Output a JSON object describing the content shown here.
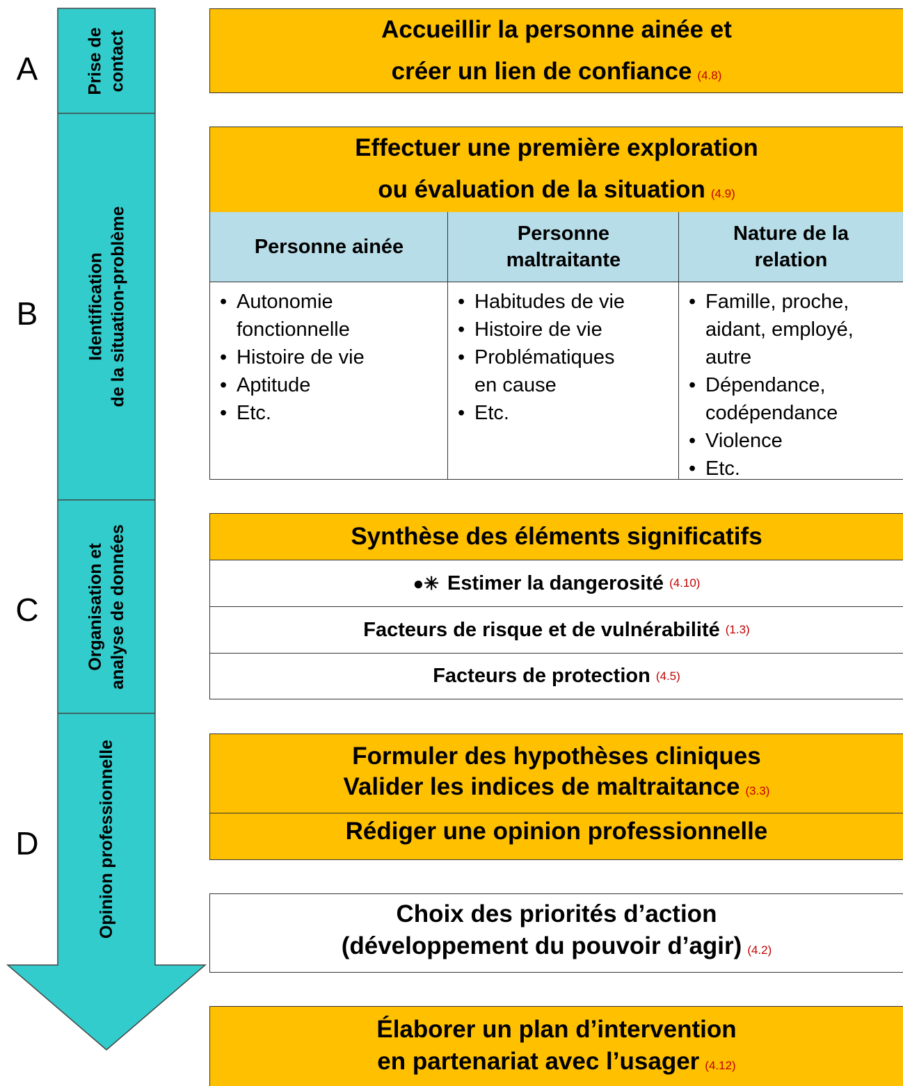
{
  "stages": [
    {
      "letter": "A",
      "label_lines": [
        "Prise de",
        "contact"
      ]
    },
    {
      "letter": "B",
      "label_lines": [
        "Identification",
        "de la situation-problème"
      ]
    },
    {
      "letter": "C",
      "label_lines": [
        "Organisation et",
        "analyse de données"
      ]
    },
    {
      "letter": "D",
      "label_lines": [
        "Opinion professionnelle"
      ]
    }
  ],
  "boxA": {
    "line1": "Accueillir la personne ainée et",
    "line2": "créer un lien de confiance",
    "ref": "(4.8)"
  },
  "boxB": {
    "line1": "Effectuer une première exploration",
    "line2": "ou évaluation de la situation",
    "ref": "(4.9)"
  },
  "table": {
    "headers": [
      "Personne ainée",
      "Personne maltraitante",
      "Nature de la relation"
    ],
    "col1": [
      "Autonomie fonctionnelle",
      "Histoire de vie",
      "Aptitude",
      "Etc."
    ],
    "col2": [
      "Habitudes de vie",
      "Histoire de vie",
      "Problématiques en cause",
      "Etc."
    ],
    "col3": [
      "Famille, proche, aidant, employé, autre",
      "Dépendance, codépendance",
      "Violence",
      "Etc."
    ]
  },
  "boxC": {
    "title": "Synthèse des éléments significatifs",
    "rows": [
      {
        "text": "Estimer la dangerosité",
        "ref": "(4.10)",
        "icon": "bomb-icon"
      },
      {
        "text": "Facteurs de risque et de vulnérabilité",
        "ref": "(1.3)"
      },
      {
        "text": "Facteurs de protection",
        "ref": "(4.5)"
      }
    ]
  },
  "boxD": {
    "line1": "Formuler des hypothèses cliniques",
    "line2": "Valider les indices de maltraitance",
    "ref": "(3.3)",
    "line3": "Rédiger une opinion professionnelle"
  },
  "boxE": {
    "line1": "Choix des priorités d’action",
    "line2": "(développement du pouvoir d’agir)",
    "ref": "(4.2)"
  },
  "boxF": {
    "line1": "Élaborer un plan d’intervention",
    "line2": "en partenariat avec l’usager",
    "ref": "(4.12)"
  },
  "colors": {
    "arrow": "#33cccc",
    "orange": "#ffc000",
    "header": "#b7dde8",
    "ref": "#c00000"
  }
}
